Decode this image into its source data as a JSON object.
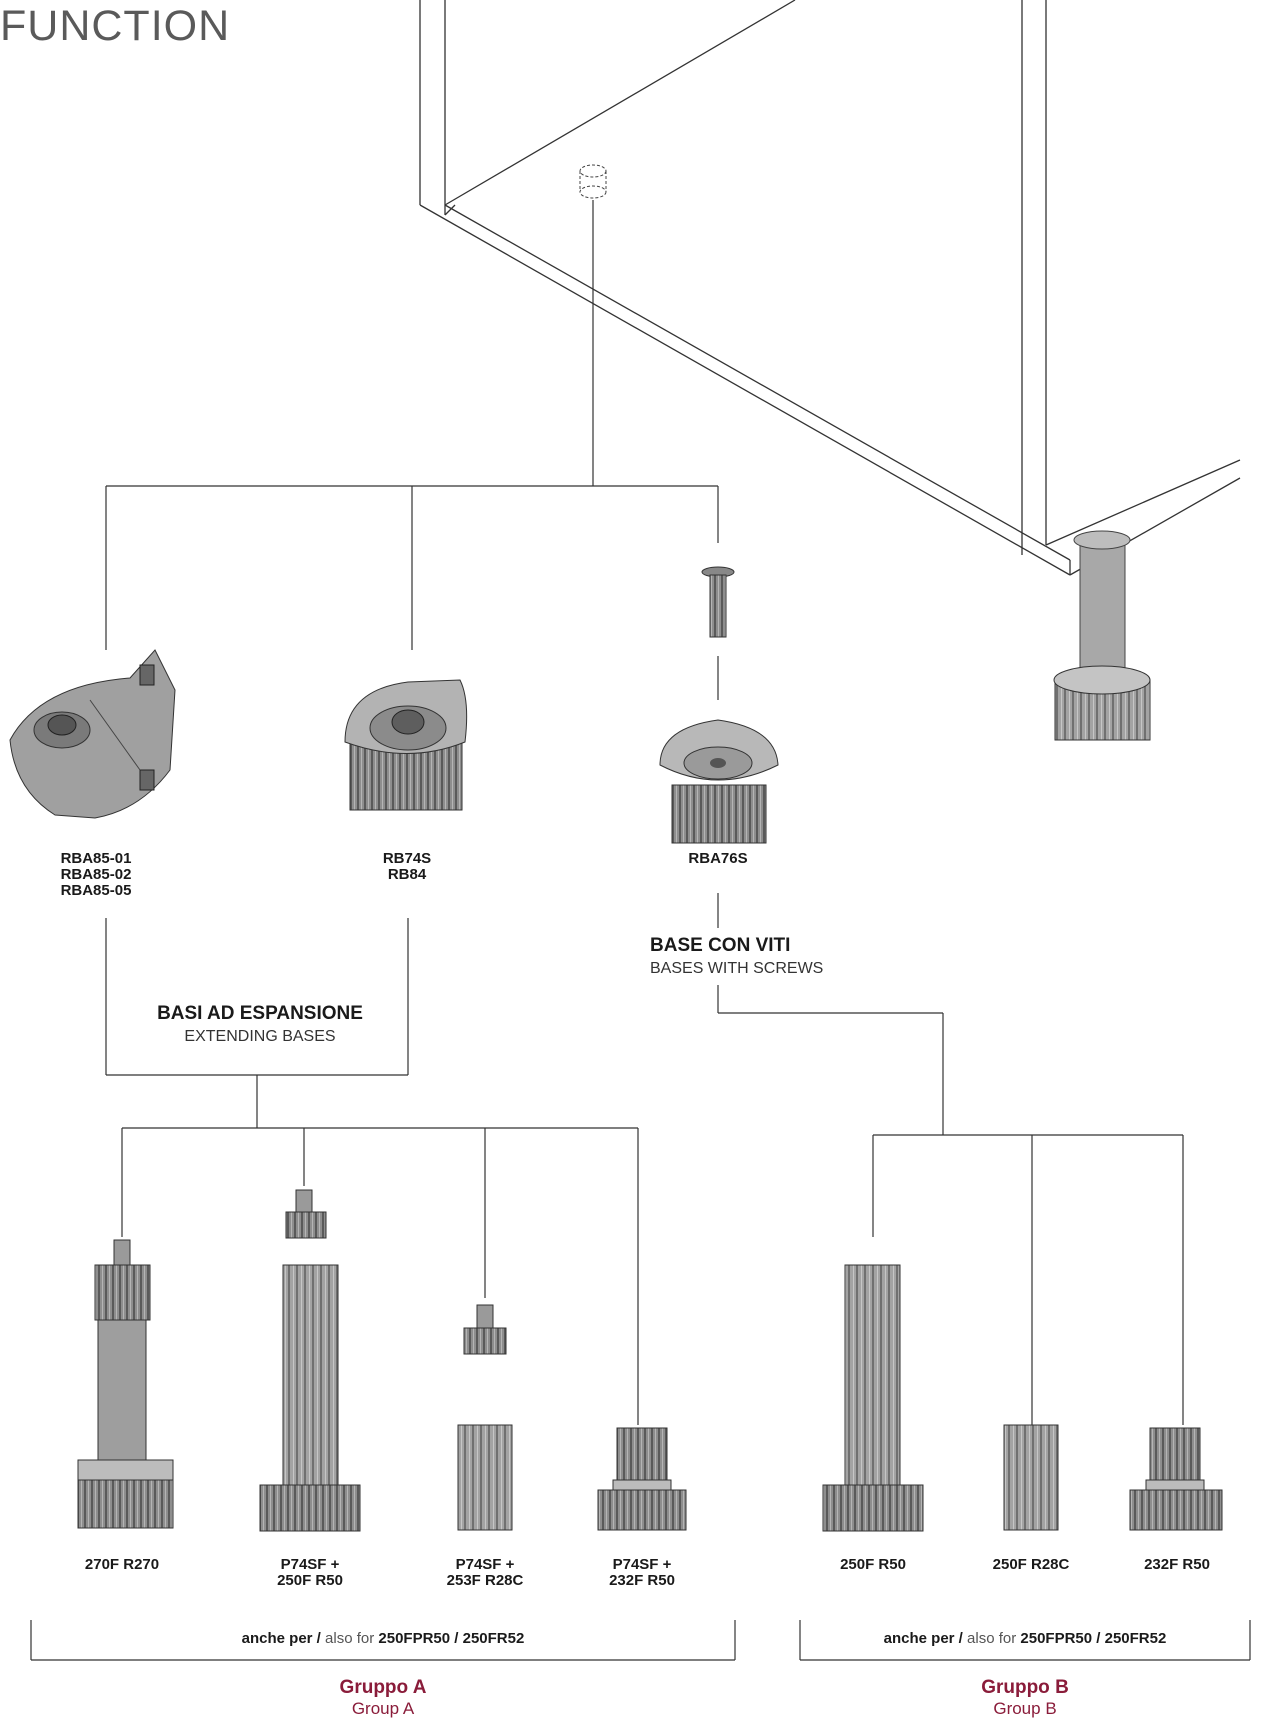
{
  "page": {
    "title": "FUNCTION"
  },
  "bases": {
    "rba85": "RBA85-01\nRBA85-02\nRBA85-05",
    "rb74": "RB74S\nRB84",
    "rba76": "RBA76S"
  },
  "groups": {
    "extending": {
      "title": "BASI AD ESPANSIONE",
      "subtitle": "EXTENDING BASES"
    },
    "screws": {
      "title": "BASE CON VITI",
      "subtitle": "BASES WITH SCREWS"
    }
  },
  "feet": {
    "f1": "270F R270",
    "f2": "P74SF +\n250F R50",
    "f3": "P74SF +\n253F R28C",
    "f4": "P74SF +\n232F R50",
    "f5": "250F R50",
    "f6": "250F R28C",
    "f7": "232F R50"
  },
  "notes": {
    "prefix": "anche per /",
    "mid": "also for",
    "codes": "250FPR50 / 250FR52"
  },
  "group_labels": {
    "a": {
      "name": "Gruppo A",
      "sub": "Group A"
    },
    "b": {
      "name": "Gruppo B",
      "sub": "Group B"
    }
  },
  "colors": {
    "accent": "#8a1c3a",
    "line": "#333333",
    "part": "#8c8c8c"
  }
}
